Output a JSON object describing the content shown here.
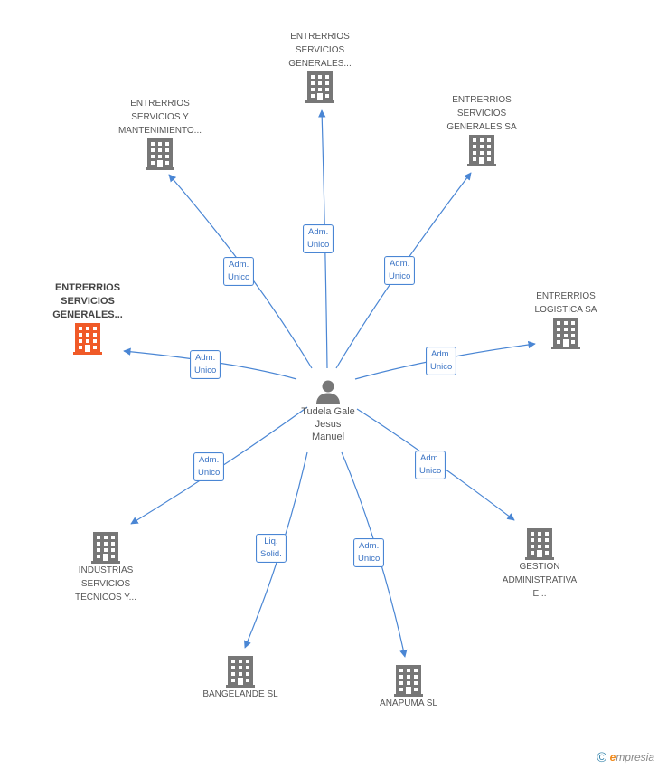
{
  "center": {
    "name_lines": [
      "Tudela Gale",
      "Jesus",
      "Manuel"
    ],
    "icon": "person-icon"
  },
  "companies": [
    {
      "id": "c1",
      "lines": [
        "ENTRERRIOS",
        "SERVICIOS",
        "GENERALES..."
      ],
      "icon": "building-icon",
      "highlight": false
    },
    {
      "id": "c2",
      "lines": [
        "ENTRERRIOS",
        "SERVICIOS Y",
        "MANTENIMIENTO..."
      ],
      "icon": "building-icon",
      "highlight": false
    },
    {
      "id": "c3",
      "lines": [
        "ENTRERRIOS",
        "SERVICIOS",
        "GENERALES SA"
      ],
      "icon": "building-icon",
      "highlight": false
    },
    {
      "id": "c4",
      "lines": [
        "ENTRERRIOS",
        "SERVICIOS",
        "GENERALES..."
      ],
      "icon": "building-icon",
      "highlight": true,
      "color": "#f05a28"
    },
    {
      "id": "c5",
      "lines": [
        "ENTRERRIOS",
        "LOGISTICA SA"
      ],
      "icon": "building-icon",
      "highlight": false
    },
    {
      "id": "c6",
      "lines": [
        "INDUSTRIAS",
        "SERVICIOS",
        "TECNICOS Y..."
      ],
      "icon": "building-icon",
      "highlight": false
    },
    {
      "id": "c7",
      "lines": [
        "GESTION",
        "ADMINISTRATIVA",
        "E..."
      ],
      "icon": "building-icon",
      "highlight": false
    },
    {
      "id": "c8",
      "lines": [
        "BANGELANDE SL"
      ],
      "icon": "building-icon",
      "highlight": false
    },
    {
      "id": "c9",
      "lines": [
        "ANAPUMA SL"
      ],
      "icon": "building-icon",
      "highlight": false
    }
  ],
  "roles": [
    {
      "target": "c1",
      "lines": [
        "Adm.",
        "Unico"
      ]
    },
    {
      "target": "c2",
      "lines": [
        "Adm.",
        "Unico"
      ]
    },
    {
      "target": "c3",
      "lines": [
        "Adm.",
        "Unico"
      ]
    },
    {
      "target": "c4",
      "lines": [
        "Adm.",
        "Unico"
      ]
    },
    {
      "target": "c5",
      "lines": [
        "Adm.",
        "Unico"
      ]
    },
    {
      "target": "c6",
      "lines": [
        "Adm.",
        "Unico"
      ]
    },
    {
      "target": "c7",
      "lines": [
        "Adm.",
        "Unico"
      ]
    },
    {
      "target": "c8",
      "lines": [
        "Liq.",
        "Solid."
      ]
    },
    {
      "target": "c9",
      "lines": [
        "Adm.",
        "Unico"
      ]
    }
  ],
  "colors": {
    "edge": "#4a86d4",
    "building": "#777777",
    "highlight": "#f05a28",
    "label_border": "#4a86d4"
  },
  "footer": {
    "copyright_symbol": "©",
    "brand_initial": "e",
    "brand_rest": "mpresia"
  }
}
